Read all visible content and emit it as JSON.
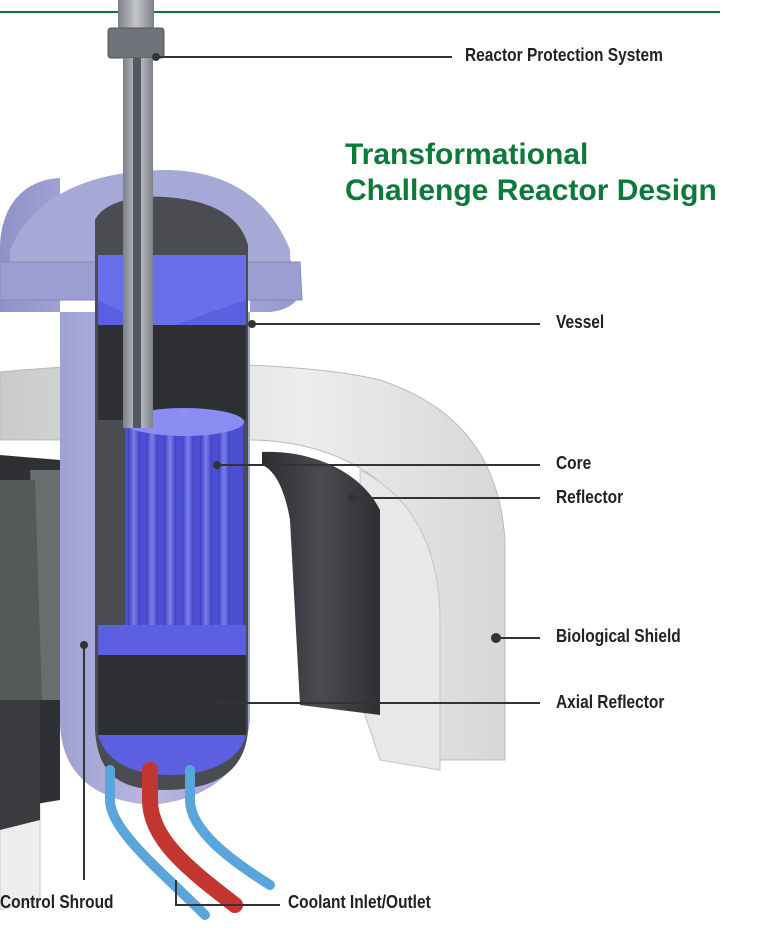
{
  "title": {
    "line1": "Transformational",
    "line2": "Challenge Reactor Design"
  },
  "labels": {
    "reactor_protection_system": "Reactor Protection System",
    "vessel": "Vessel",
    "core": "Core",
    "reflector": "Reflector",
    "biological_shield": "Biological Shield",
    "axial_reflector": "Axial Reflector",
    "control_shroud": "Control Shroud",
    "coolant_inlet_outlet": "Coolant Inlet/Outlet"
  },
  "colors": {
    "title_green": "#0d7a3a",
    "vessel_lavender": "#a7a9d6",
    "core_blue": "#5b5fe0",
    "reflector_dark": "#3a3b3f",
    "shield_light": "#dcdedd",
    "coolant_red": "#c2362f",
    "coolant_blue": "#5aa6dc"
  }
}
